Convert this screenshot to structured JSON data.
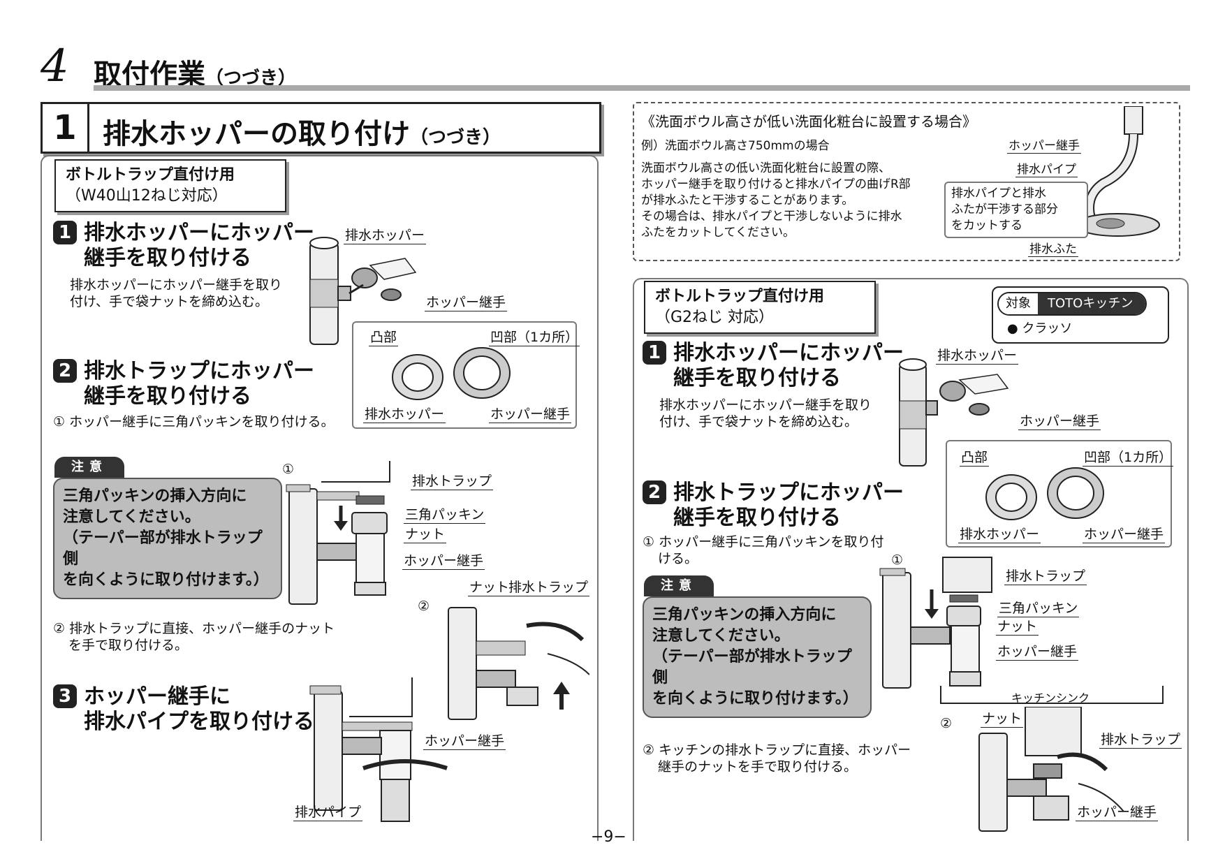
{
  "chapter": {
    "number": "4",
    "title": "取付作業",
    "sub": "（つづき）"
  },
  "section": {
    "number": "1",
    "title": "排水ホッパーの取り付け",
    "sub": "（つづき）"
  },
  "left": {
    "tag_line1": "ボトルトラップ直付け用",
    "tag_line2": "（W40山12ねじ対応）",
    "step1_num": "1",
    "step1_l1": "排水ホッパーにホッパー",
    "step1_l2": "継手を取り付ける",
    "step1_body_l1": "排水ホッパーにホッパー継手を取り",
    "step1_body_l2": "付け、手で袋ナットを締め込む。",
    "step2_num": "2",
    "step2_l1": "排水トラップにホッパー",
    "step2_l2": "継手を取り付ける",
    "step2_note1": "① ホッパー継手に三角パッキンを取り付ける。",
    "caution_head": "注意",
    "caution_l1": "三角パッキンの挿入方向に",
    "caution_l2": "注意してください。",
    "caution_l3": "（テーパー部が排水トラップ側",
    "caution_l4": "を向くように取り付けます。）",
    "step2_note2_l1": "② 排水トラップに直接、ホッパー継手のナット",
    "step2_note2_l2": "を手で取り付ける。",
    "step3_num": "3",
    "step3_l1": "ホッパー継手に",
    "step3_l2": "排水パイプを取り付ける",
    "labels": {
      "hopper": "排水ホッパー",
      "joint": "ホッパー継手",
      "convex": "凸部",
      "concave": "凹部（1カ所）",
      "d_hopper": "排水ホッパー",
      "d_joint": "ホッパー継手",
      "c1": "①",
      "trap": "排水トラップ",
      "packing": "三角パッキン",
      "nut": "ナット",
      "joint2": "ホッパー継手",
      "c2": "②",
      "nut2": "ナット",
      "trap2": "排水トラップ",
      "joint3": "ホッパー継手",
      "pipe": "排水パイプ"
    }
  },
  "right": {
    "note_title": "《洗面ボウル高さが低い洗面化粧台に設置する場合》",
    "note_example": "例）洗面ボウル高さ750mmの場合",
    "note_b1": "洗面ボウル高さの低い洗面化粧台に設置の際、",
    "note_b2": "ホッパー継手を取り付けると排水パイプの曲げR部",
    "note_b3": "が排水ふたと干渉することがあります。",
    "note_b4": "その場合は、排水パイプと干渉しないように排水",
    "note_b5": "ふたをカットしてください。",
    "note_labels": {
      "joint": "ホッパー継手",
      "pipe": "排水パイプ",
      "callout_l1": "排水パイプと排水",
      "callout_l2": "ふたが干渉する部分",
      "callout_l3": "をカットする",
      "lid": "排水ふた"
    },
    "tag_line1": "ボトルトラップ直付け用",
    "tag_line2": "（G2ねじ 対応）",
    "target_label": "対象",
    "target_value": "TOTOキッチン",
    "target_item": "● クラッソ",
    "step1_num": "1",
    "step1_l1": "排水ホッパーにホッパー",
    "step1_l2": "継手を取り付ける",
    "step1_body_l1": "排水ホッパーにホッパー継手を取り",
    "step1_body_l2": "付け、手で袋ナットを締め込む。",
    "step2_num": "2",
    "step2_l1": "排水トラップにホッパー",
    "step2_l2": "継手を取り付ける",
    "step2_note1_l1": "① ホッパー継手に三角パッキンを取り付",
    "step2_note1_l2": "ける。",
    "caution_head": "注意",
    "caution_l1": "三角パッキンの挿入方向に",
    "caution_l2": "注意してください。",
    "caution_l3": "（テーパー部が排水トラップ側",
    "caution_l4": "を向くように取り付けます。）",
    "step2_note2_l1": "② キッチンの排水トラップに直接、ホッパー",
    "step2_note2_l2": "継手のナットを手で取り付ける。",
    "labels": {
      "hopper": "排水ホッパー",
      "joint": "ホッパー継手",
      "convex": "凸部",
      "concave": "凹部（1カ所）",
      "d_hopper": "排水ホッパー",
      "d_joint": "ホッパー継手",
      "c1": "①",
      "trap": "排水トラップ",
      "packing": "三角パッキン",
      "nut": "ナット",
      "joint2": "ホッパー継手",
      "sink": "キッチンシンク",
      "c2": "②",
      "nut2": "ナット",
      "trap2": "排水トラップ",
      "joint3": "ホッパー継手"
    }
  },
  "page_number": "−9−"
}
